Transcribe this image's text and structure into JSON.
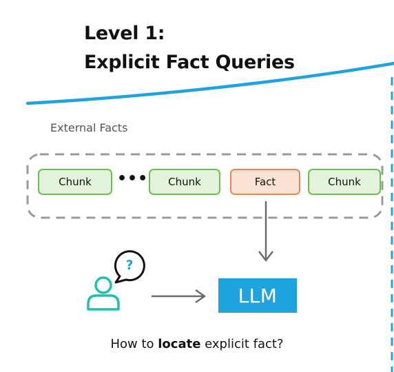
{
  "title": {
    "line1": "Level 1:",
    "line2": "Explicit Fact Queries"
  },
  "external_facts_label": "External Facts",
  "items": [
    {
      "label": "Chunk",
      "kind": "chunk"
    },
    {
      "label": "Chunk",
      "kind": "chunk"
    },
    {
      "label": "Fact",
      "kind": "fact"
    },
    {
      "label": "Chunk",
      "kind": "chunk"
    }
  ],
  "ellipsis": "•••",
  "bubble_mark": "?",
  "llm_label": "LLM",
  "question": {
    "before": "How to ",
    "bold": "locate",
    "after": " explicit fact?"
  },
  "colors": {
    "accent_blue": "#1fa3df",
    "chunk_border": "#6abf4b",
    "chunk_fill": "#e3f3dc",
    "fact_border": "#e8864f",
    "fact_fill": "#fbe3d6"
  },
  "icons": [
    "user-icon",
    "question-bubble-icon"
  ]
}
